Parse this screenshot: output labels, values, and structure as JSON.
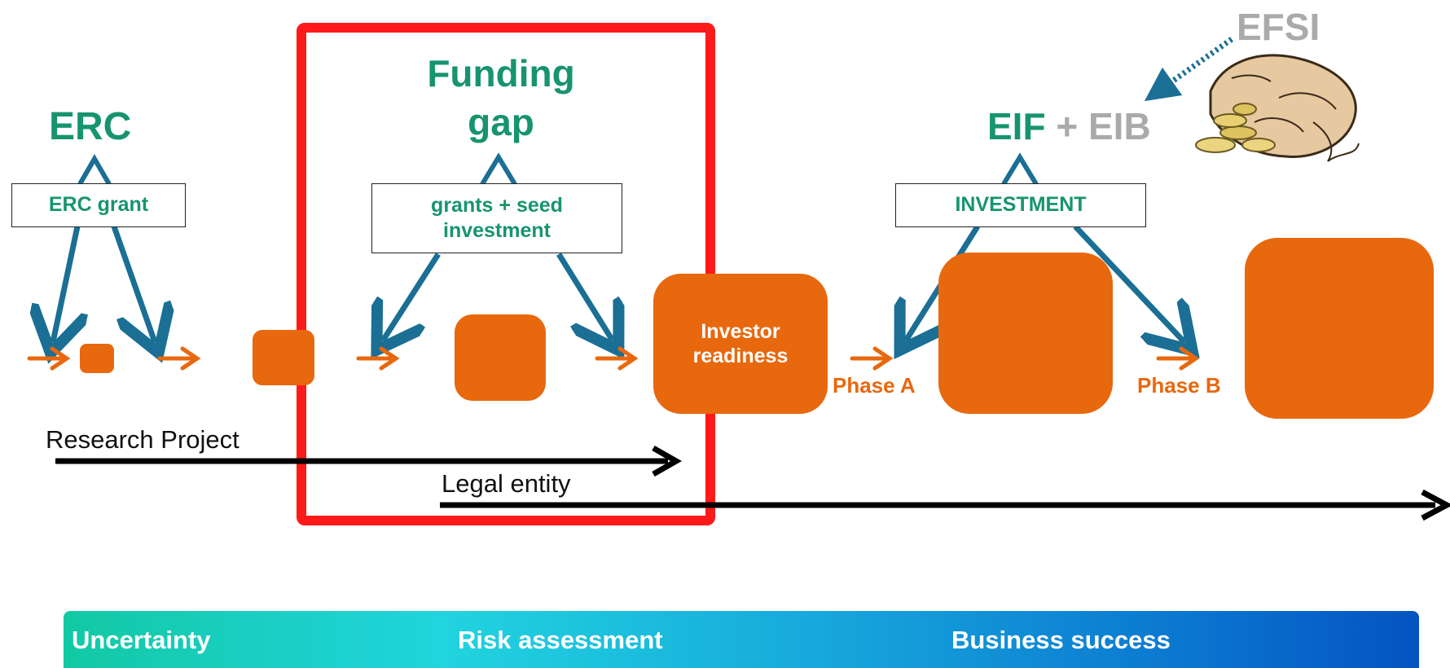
{
  "erc": {
    "title": "ERC",
    "box": "ERC grant"
  },
  "gap": {
    "title_line1": "Funding",
    "title_line2": "gap",
    "box_line1": "grants + seed",
    "box_line2": "investment"
  },
  "eif": {
    "eif": "EIF",
    "plus_eib": "+ EIB",
    "efsi": "EFSI",
    "box": "INVESTMENT"
  },
  "stages": {
    "investor_line1": "Investor",
    "investor_line2": "readiness",
    "phase_a": "Phase A",
    "phase_b": "Phase B"
  },
  "timelines": {
    "research": "Research Project",
    "legal": "Legal entity"
  },
  "bar": {
    "left": "Uncertainty",
    "middle": "Risk assessment",
    "right": "Business success"
  },
  "colors": {
    "orange": "#e8680e",
    "teal_text": "#17946f",
    "blue_arrow": "#1b6f95",
    "red_frame": "#ff1a1a",
    "grey_text": "#a9aaab"
  },
  "icons": [
    "money-bag-icon"
  ]
}
